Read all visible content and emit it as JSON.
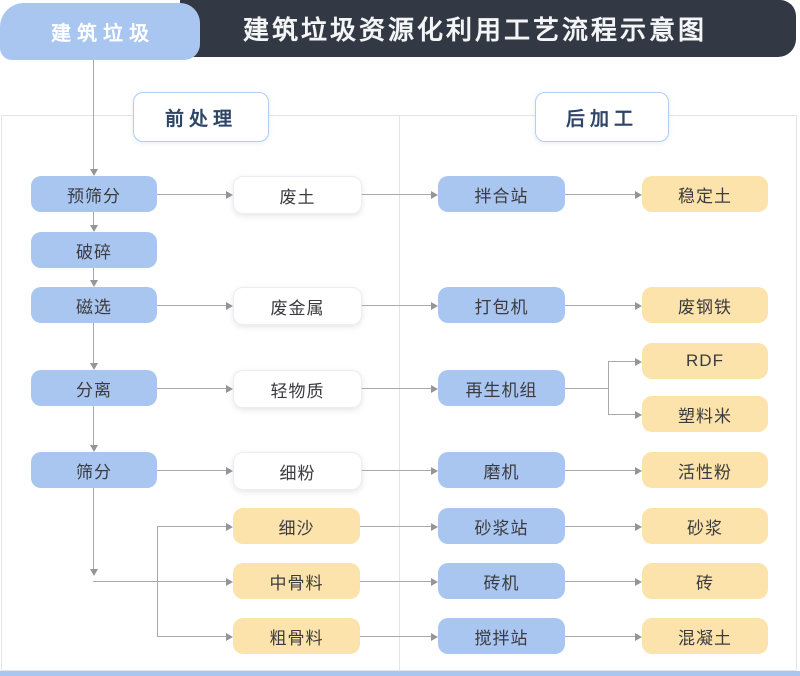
{
  "header": {
    "tab": "建筑垃圾",
    "title": "建筑垃圾资源化利用工艺流程示意图"
  },
  "sections": {
    "pre": "前处理",
    "post": "后加工"
  },
  "columns": {
    "process": [
      "预筛分",
      "破碎",
      "磁选",
      "分离",
      "筛分"
    ],
    "intermediate": [
      "废土",
      "废金属",
      "轻物质",
      "细粉",
      "细沙",
      "中骨料",
      "粗骨料"
    ],
    "equipment": [
      "拌合站",
      "打包机",
      "再生机组",
      "磨机",
      "砂浆站",
      "砖机",
      "搅拌站"
    ],
    "products": [
      "稳定土",
      "废钢铁",
      "RDF",
      "塑料米",
      "活性粉",
      "砂浆",
      "砖",
      "混凝土"
    ]
  },
  "edges": [
    "建筑垃圾→预筛分",
    "预筛分→破碎",
    "破碎→磁选",
    "磁选→分离",
    "分离→筛分",
    "预筛分→废土",
    "废土→拌合站",
    "拌合站→稳定土",
    "磁选→废金属",
    "废金属→打包机",
    "打包机→废钢铁",
    "分离→轻物质",
    "轻物质→再生机组",
    "再生机组→RDF",
    "再生机组→塑料米",
    "筛分→细粉",
    "细粉→磨机",
    "磨机→活性粉",
    "筛分→细沙",
    "细沙→砂浆站",
    "砂浆站→砂浆",
    "筛分→中骨料",
    "中骨料→砖机",
    "砖机→砖",
    "筛分→粗骨料",
    "粗骨料→搅拌站",
    "搅拌站→混凝土"
  ],
  "colors": {
    "tab_blue": "#a9c6f0",
    "header_dark": "#333944",
    "node_blue": "#a9c6f0",
    "node_yellow": "#fbe3ab",
    "node_white": "#ffffff",
    "section_label_text": "#2e4566",
    "line_gray": "#a8a9ae",
    "panel_border": "#e3e3ec"
  }
}
